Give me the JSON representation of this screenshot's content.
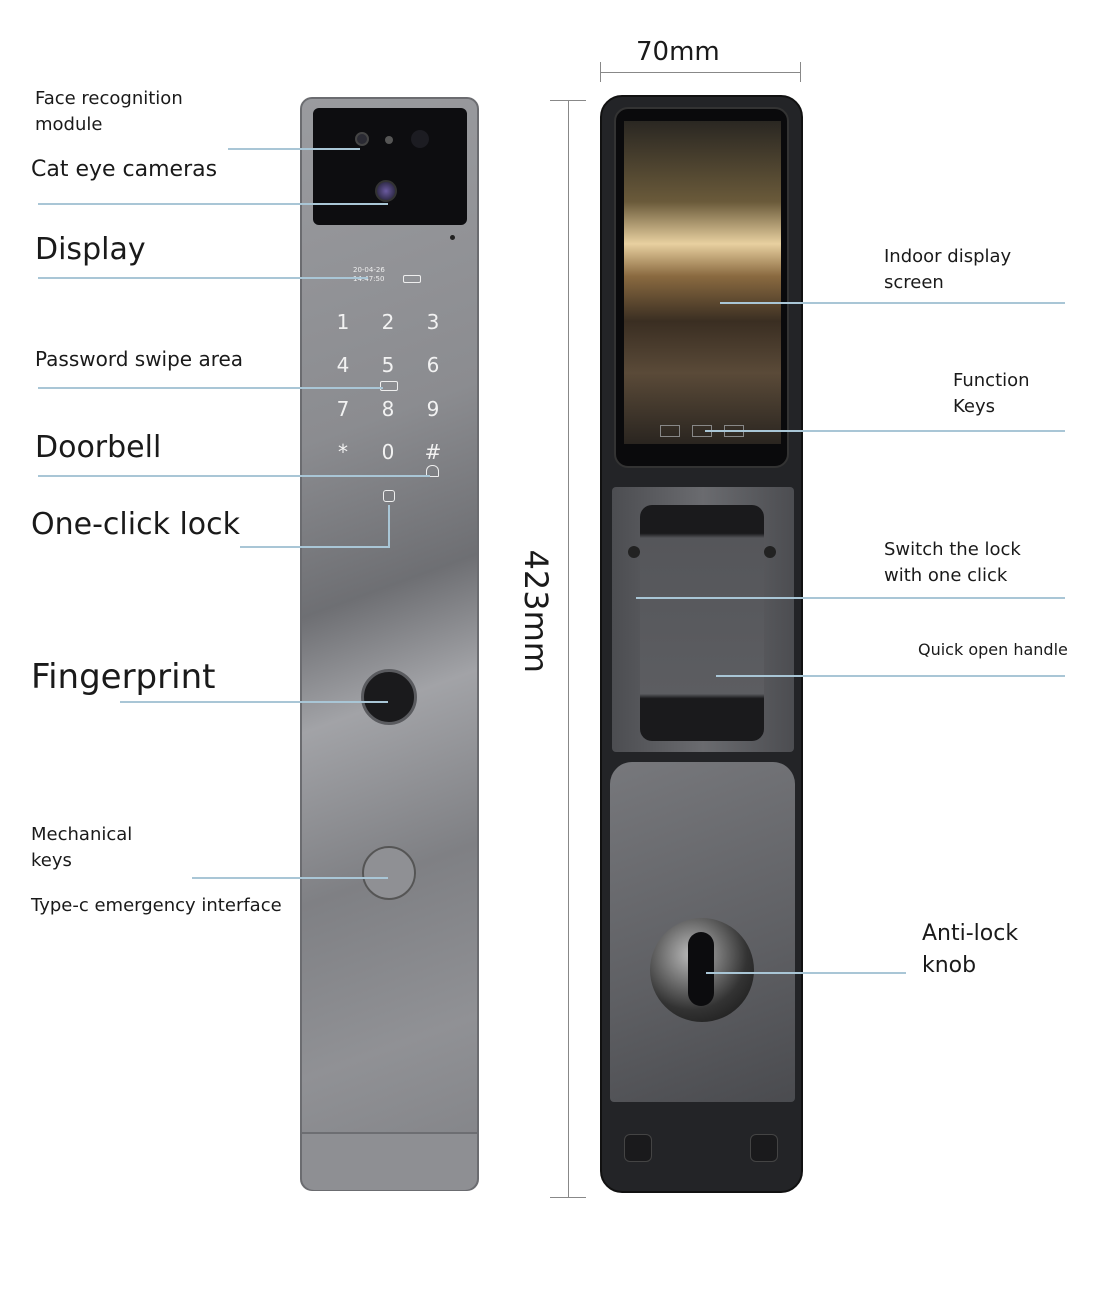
{
  "dimensions": {
    "width": "70mm",
    "height": "423mm"
  },
  "left_labels": [
    "Face recognition module",
    "Cat eye cameras",
    "Display",
    "Password swipe area",
    "Doorbell",
    "One-click lock",
    "Fingerprint",
    "Mechanical keys",
    "Type-c emergency interface"
  ],
  "right_labels": [
    "Indoor display screen",
    "Function Keys",
    "Switch the lock with one click",
    "Quick open handle",
    "Anti-lock knob"
  ],
  "display": {
    "date": "20-04-26",
    "time": "14:47:50"
  },
  "keypad": [
    "1",
    "2",
    "3",
    "4",
    "5",
    "6",
    "7",
    "8",
    "9",
    "*",
    "0",
    "#"
  ],
  "colors": {
    "leader_line": "#a9c6d6",
    "lock_left": "#8b8c90",
    "lock_right": "#232427"
  }
}
